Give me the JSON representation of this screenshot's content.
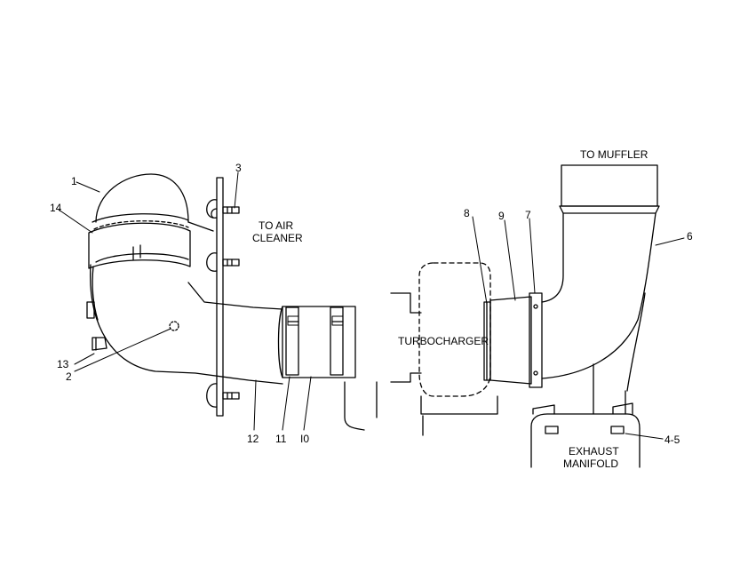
{
  "diagram": {
    "labels": {
      "to_air_cleaner_1": "TO AIR",
      "to_air_cleaner_2": "CLEANER",
      "to_muffler": "TO MUFFLER",
      "turbocharger": "TURBOCHARGER",
      "exhaust_manifold_1": "EXHAUST",
      "exhaust_manifold_2": "MANIFOLD"
    },
    "callouts": {
      "c1": "1",
      "c2": "2",
      "c3": "3",
      "c4_5": "4-5",
      "c6": "6",
      "c7": "7",
      "c8": "8",
      "c9": "9",
      "c10": "I0",
      "c11": "11",
      "c12": "12",
      "c13": "13",
      "c14": "14"
    }
  }
}
